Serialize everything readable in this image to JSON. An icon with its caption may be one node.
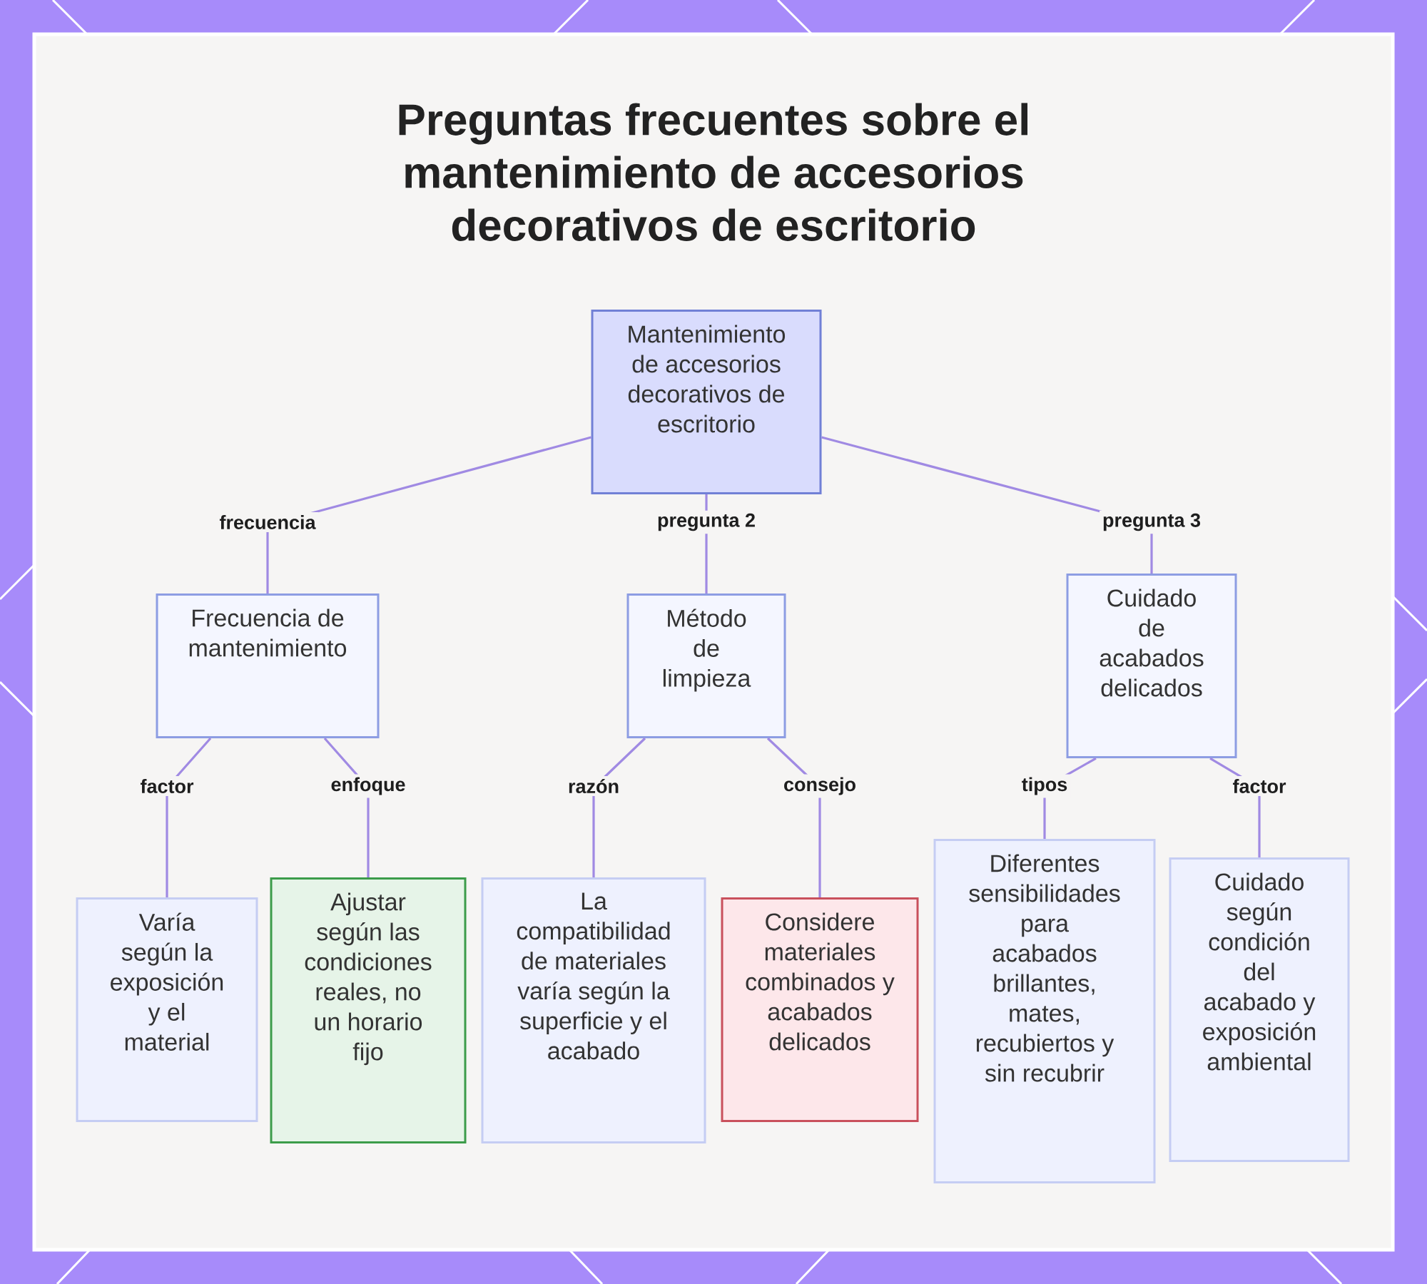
{
  "diagram": {
    "title": "Preguntas frecuentes sobre el mantenimiento de accesorios decorativos de escritorio",
    "nodes": [
      {
        "text": [
          "Mantenimiento de accesorios decorativos de escritorio"
        ]
      },
      {
        "text": [
          "Frecuencia de mantenimiento"
        ]
      },
      {
        "text": [
          "Método de limpieza"
        ]
      },
      {
        "text": [
          "Cuidado de acabados delicados"
        ]
      },
      {
        "text": [
          "Varía según la exposición y el material"
        ]
      },
      {
        "text": [
          "Ajustar según las condiciones reales, no un horario fijo"
        ]
      },
      {
        "text": [
          "La compatibilidad de materiales varía según la superficie y el acabado"
        ]
      },
      {
        "text": [
          "Considere materiales combinados y acabados delicados"
        ]
      },
      {
        "text": [
          "Diferentes sensibilidades para acabados brillantes, mates, recubiertos y sin recubrir"
        ]
      },
      {
        "text": [
          "Cuidado según condición del acabado y exposición ambiental"
        ]
      }
    ],
    "edges": [
      {
        "from": 0,
        "to": 1,
        "arrow": "none",
        "label": "frecuencia"
      },
      {
        "from": 0,
        "to": 2,
        "arrow": "none",
        "label": "pregunta 2"
      },
      {
        "from": 0,
        "to": 3,
        "arrow": "none",
        "label": "pregunta 3"
      },
      {
        "from": 1,
        "to": 4,
        "arrow": "none",
        "label": "factor"
      },
      {
        "from": 1,
        "to": 5,
        "arrow": "none",
        "label": "enfoque"
      },
      {
        "from": 2,
        "to": 6,
        "arrow": "none",
        "label": "razón"
      },
      {
        "from": 2,
        "to": 7,
        "arrow": "none",
        "label": "consejo"
      },
      {
        "from": 3,
        "to": 8,
        "arrow": "none",
        "label": "tipos"
      },
      {
        "from": 3,
        "to": 9,
        "arrow": "none",
        "label": "factor"
      }
    ]
  }
}
